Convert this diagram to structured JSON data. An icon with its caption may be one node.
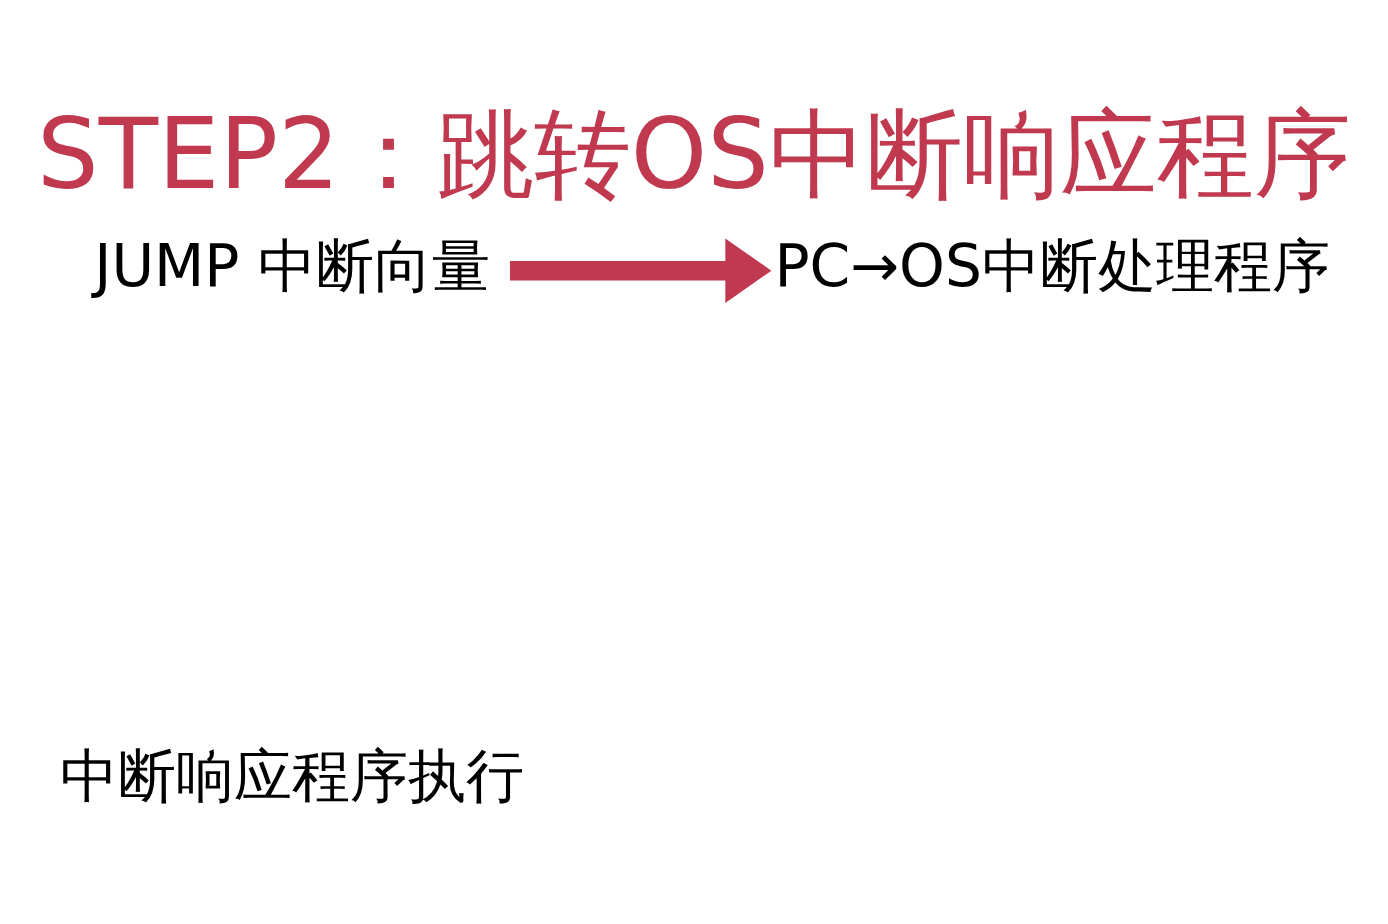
{
  "diagram": {
    "title": "STEP2：跳转OS中断响应程序",
    "nodes": [
      {
        "text": [
          "JUMP 中断向量"
        ]
      },
      {
        "text": [
          "PC→OS中断处理程序"
        ]
      }
    ],
    "edges": [
      {
        "from": 0,
        "to": 1,
        "arrow": "to"
      }
    ],
    "labels": [
      "中断响应程序执行"
    ]
  }
}
